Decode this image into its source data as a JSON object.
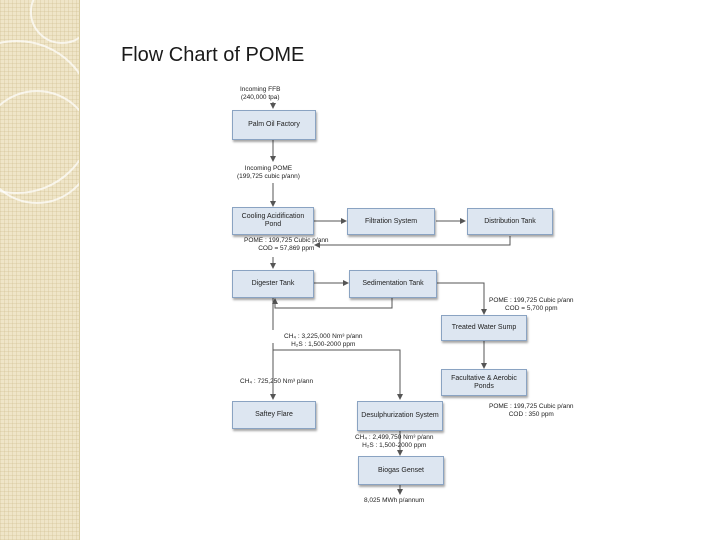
{
  "title": "Flow Chart of POME",
  "colors": {
    "box_fill": "#dde6f1",
    "box_border": "#8aa3c2",
    "arrow": "#555555",
    "panel": "#efe5c8"
  },
  "boxes": {
    "palm_oil_factory": "Palm Oil Factory",
    "cooling_acidification_pond": "Cooling Acidification Pond",
    "filtration_system": "Filtration System",
    "distribution_tank": "Distribution Tank",
    "digester_tank": "Digester Tank",
    "sedimentation_tank": "Sedimentation Tank",
    "treated_water_sump": "Treated Water Sump",
    "facultative_aerobic_ponds": "Facultative & Aerobic Ponds",
    "safety_flare": "Saftey Flare",
    "desulphurization_system": "Desulphurization System",
    "biogas_genset": "Biogas Genset"
  },
  "labels": {
    "incoming_ffb": "Incoming FFB\n(240,000 tpa)",
    "incoming_pome": "Incoming POME\n(199,725 cubic p/ann)",
    "pome_after_cooling": "POME : 199,725 Cubic p/ann\nCOD = 57,869 ppm",
    "pome_after_sedimentation": "POME : 199,725 Cubic p/ann\nCOD = 5,700 ppm",
    "biogas_total": "CH₄ : 3,225,000 Nm³ p/ann\nH₂S : 1,500-2000 ppm",
    "flare_ch4": "CH₄ : 725,250 Nm³ p/ann",
    "pome_final": "POME : 199,725 Cubic p/ann\nCOD : 350 ppm",
    "biogas_to_genset": "CH₄ : 2,499,750 Nm³ p/ann\nH₂S : 1,500-2000 ppm",
    "power_output": "8,025 MWh p/annum"
  }
}
